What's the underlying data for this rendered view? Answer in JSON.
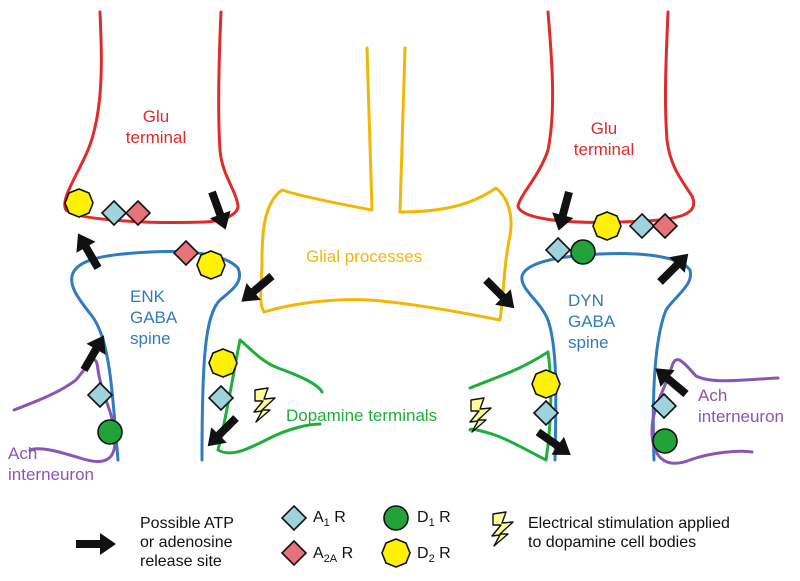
{
  "labels": {
    "glu_left_line1": "Glu",
    "glu_left_line2": "terminal",
    "glu_right_line1": "Glu",
    "glu_right_line2": "terminal",
    "glial": "Glial processes",
    "enk_line1": "ENK",
    "enk_line2": "GABA",
    "enk_line3": "spine",
    "dyn_line1": "DYN",
    "dyn_line2": "GABA",
    "dyn_line3": "spine",
    "dopamine": "Dopamine terminals",
    "ach_left_line1": "Ach",
    "ach_left_line2": "interneuron",
    "ach_right_line1": "Ach",
    "ach_right_line2": "interneuron"
  },
  "legend": {
    "arrow_line1": "Possible ATP",
    "arrow_line2": "or adenosine",
    "arrow_line3": "release site",
    "a1_main": "A",
    "a1_sub": "1",
    "a1_tail": " R",
    "a2a_main": "A",
    "a2a_sub": "2A",
    "a2a_tail": " R",
    "d1_main": "D",
    "d1_sub": "1",
    "d1_tail": " R",
    "d2_main": "D",
    "d2_sub": "2",
    "d2_tail": " R",
    "stim_line1": "Electrical stimulation applied",
    "stim_line2": "to dopamine cell bodies"
  },
  "colors": {
    "glutamate": "#e02b2b",
    "spine": "#2f7bc1",
    "glia": "#f2b705",
    "dopamine": "#1fae3b",
    "ach": "#8a56b5",
    "a1_receptor": "#9fd3dc",
    "a2a_receptor": "#e8727a",
    "d1_receptor": "#22a33a",
    "d2_receptor": "#fff200",
    "lightning": "#ffff99"
  }
}
